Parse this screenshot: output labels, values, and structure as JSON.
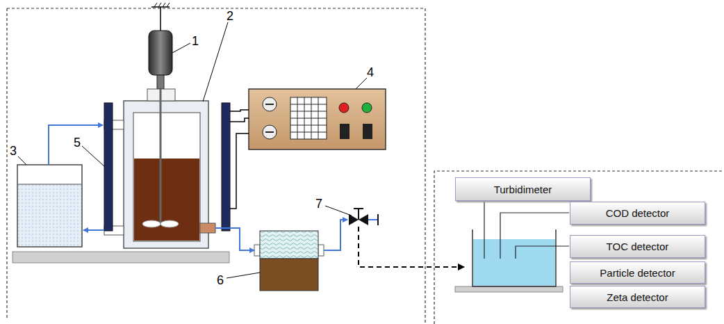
{
  "diagram": {
    "nodes": [
      {
        "text": [
          "Turbidimeter"
        ]
      },
      {
        "text": [
          "COD detector"
        ]
      },
      {
        "text": [
          "TOC detector"
        ]
      },
      {
        "text": [
          "Particle detector"
        ]
      },
      {
        "text": [
          "Zeta detector"
        ]
      }
    ],
    "labels": [
      "1",
      "2",
      "3",
      "4",
      "5",
      "6",
      "7"
    ]
  }
}
